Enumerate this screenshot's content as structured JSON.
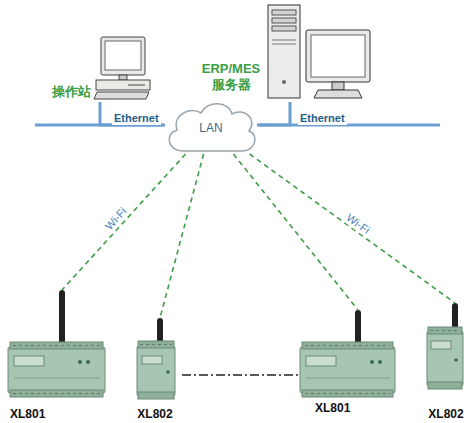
{
  "diagram": {
    "nodes": [
      {
        "text": [
          "操作站"
        ]
      },
      {
        "text": [
          "ERP/MES 服务器"
        ]
      },
      {
        "text": [
          "LAN"
        ]
      },
      {
        "text": [
          "XL801"
        ]
      },
      {
        "text": [
          "XL802"
        ]
      },
      {
        "text": [
          "XL801"
        ]
      },
      {
        "text": [
          "XL802"
        ]
      }
    ],
    "edges": [
      {
        "from": 0,
        "to": 2,
        "arrow": "none",
        "label": "Ethernet"
      },
      {
        "from": 1,
        "to": 2,
        "arrow": "none",
        "label": "Ethernet"
      },
      {
        "from": 2,
        "to": 3,
        "arrow": "none",
        "label": "Wi-Fi"
      },
      {
        "from": 2,
        "to": 4,
        "arrow": "none"
      },
      {
        "from": 2,
        "to": 5,
        "arrow": "none"
      },
      {
        "from": 2,
        "to": 6,
        "arrow": "none",
        "label": "Wi-Fi"
      },
      {
        "from": 4,
        "to": 5,
        "arrow": "none"
      }
    ]
  }
}
